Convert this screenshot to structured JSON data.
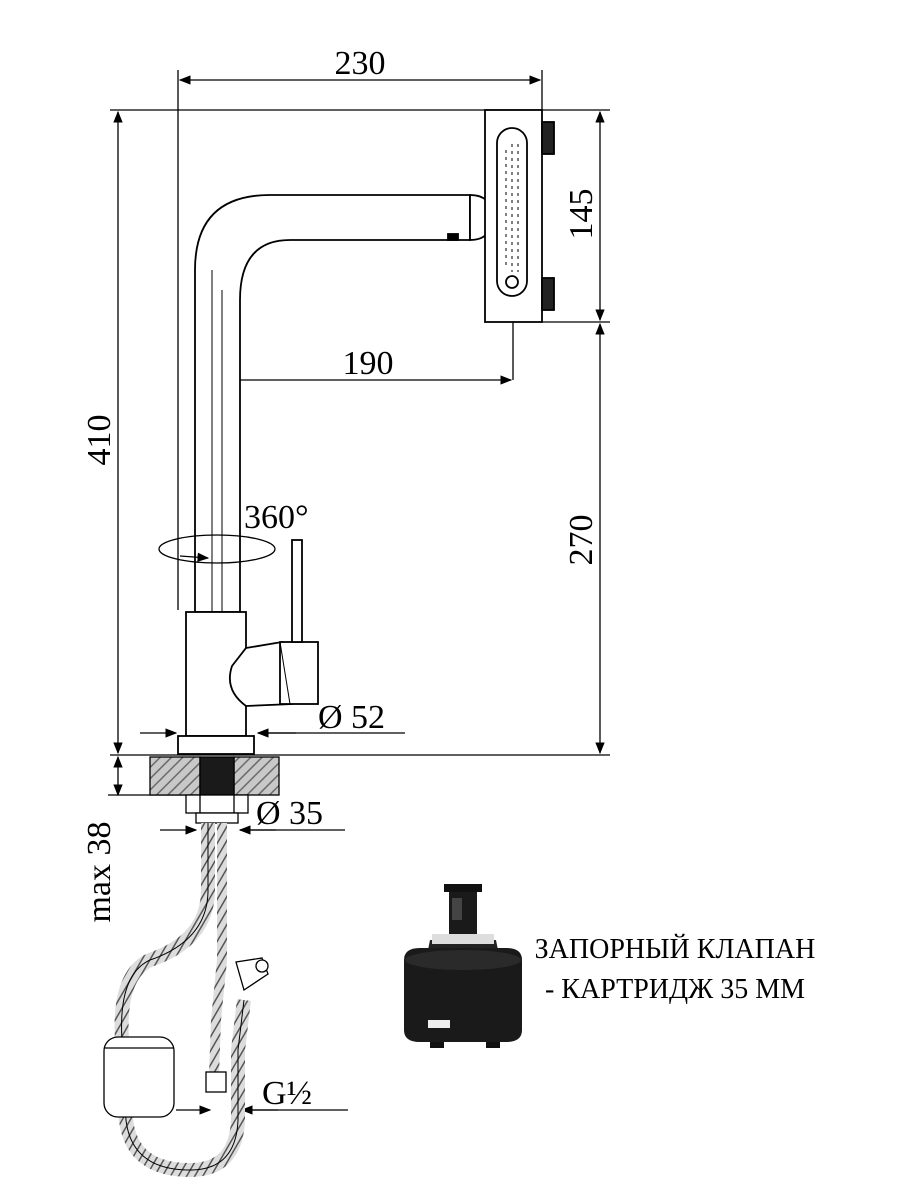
{
  "dimensions": {
    "overall_width": "230",
    "spout_reach": "190",
    "head_height": "145",
    "overall_height": "410",
    "spout_height": "270",
    "rotation": "360°",
    "base_diameter": "Ø 52",
    "shank_diameter": "Ø 35",
    "max_mount_thickness": "max 38",
    "connection_thread": "G½"
  },
  "caption": {
    "line1": "ЗАПОРНЫЙ КЛАПАН",
    "line2": "- КАРТРИДЖ 35 ММ"
  },
  "colors": {
    "line": "#000000",
    "cartridge_body": "#1a1a1a",
    "counter_hatch": "#9a9a9a",
    "hose_braid": "#555555"
  }
}
